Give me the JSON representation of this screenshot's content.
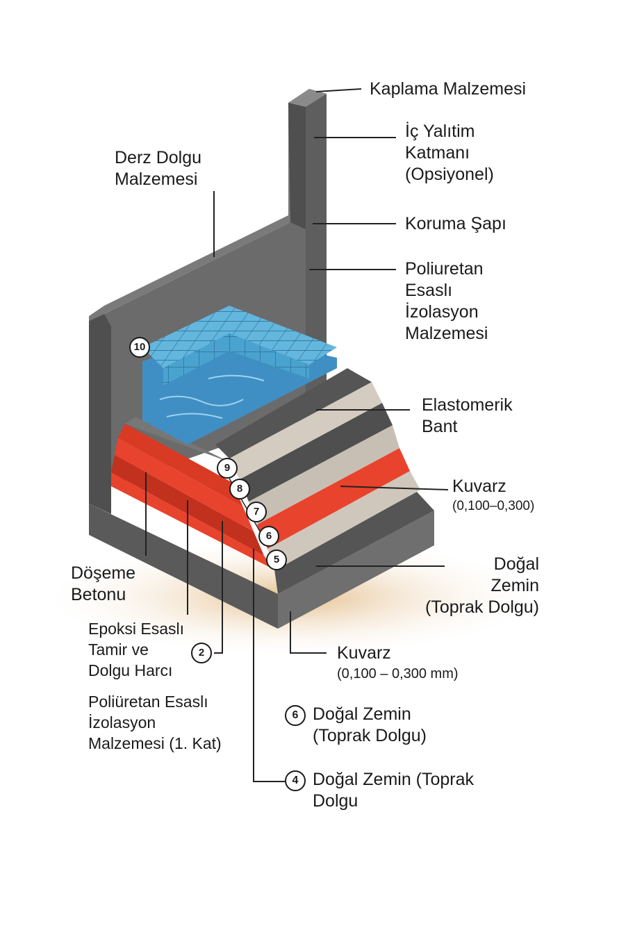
{
  "labels": {
    "kaplama": "Kaplama Malzemesi",
    "ic_yalitim": [
      "İç Yalıtim",
      "Katmanı",
      "(Opsiyonel)"
    ],
    "koruma": "Koruma Şapı",
    "poliuretan_right": [
      "Poliuretan",
      "Esaslı",
      "İzolasyon",
      "Malzemesi"
    ],
    "elastomerik": [
      "Elastomerik",
      "Bant"
    ],
    "kuvarz_right": [
      "Kuvarz",
      "(0,100–0,300)"
    ],
    "dogal_right": [
      "Doğal",
      "Zemin",
      "(Toprak Dolgu)"
    ],
    "derz": [
      "Derz Dolgu",
      "Malzemesi"
    ],
    "doseme": [
      "Döşeme",
      "Betonu"
    ],
    "epoksi": [
      "Epoksi Esaslı",
      "Tamir ve",
      "Dolgu Harcı"
    ],
    "poliuretan_left": [
      "Poliüretan Esaslı",
      "İzolasyon",
      "Malzemesi (1. Kat)"
    ],
    "kuvarz_bottom": [
      "Kuvarz",
      "(0,100 – 0,300 mm)"
    ],
    "dogal_6": [
      "Doğal Zemin",
      "(Toprak Dolgu)"
    ],
    "dogal_4": [
      "Doğal Zemin (Toprak",
      "Dolgu"
    ]
  },
  "callouts": {
    "c2": "2",
    "c4": "4",
    "c5": "5",
    "c6": "6",
    "c6_legend": "6",
    "c7": "7",
    "c8": "8",
    "c9": "9",
    "c10": "10"
  },
  "colors": {
    "concrete": "#6b6b6b",
    "concrete_dark": "#4f4f4f",
    "concrete_light": "#8a8a8a",
    "red_layer": "#e8432d",
    "red_dark": "#c2301e",
    "tile_blue": "#4aa3cf",
    "water_blue": "#3f8fc4",
    "sand": "#e7c79a",
    "beige": "#c7bfb4",
    "dark_step": "#555555"
  }
}
